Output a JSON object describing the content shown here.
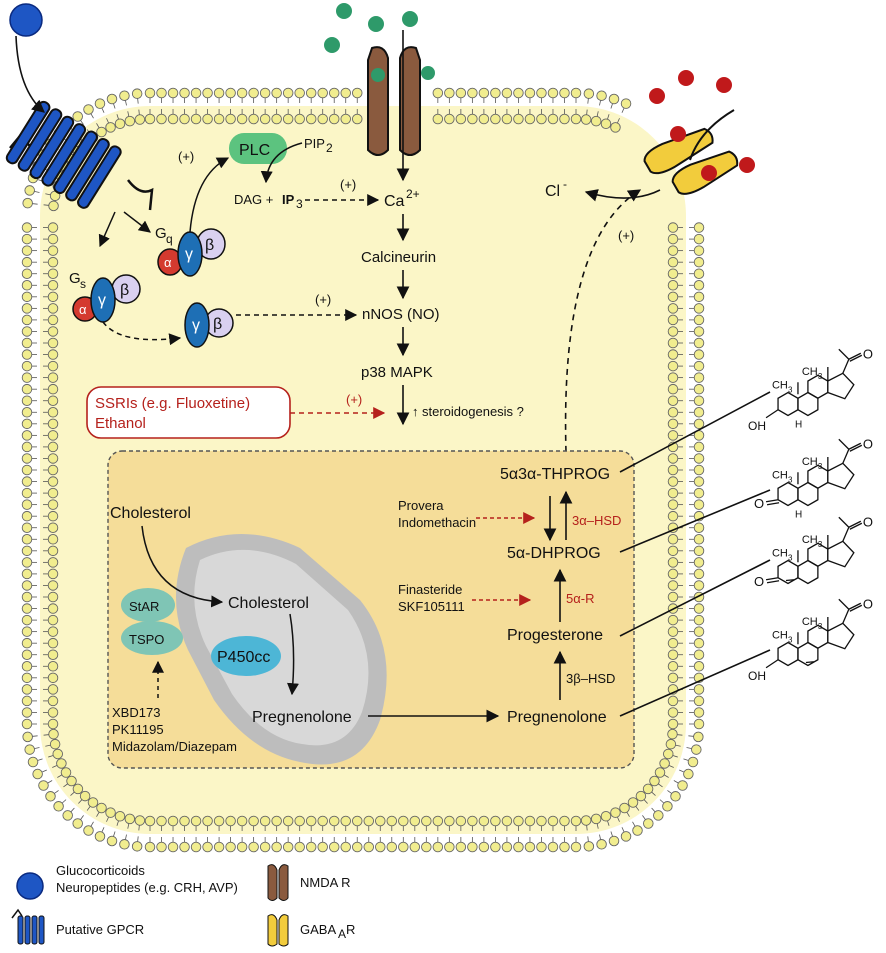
{
  "colors": {
    "cell_fill": "#fbf6c7",
    "membrane_head": "#f1ed8f",
    "inner_box": "#f5dd99",
    "gpcr_blue": "#1e56c4",
    "nmda_brown": "#8a5a3e",
    "gaba_yellow": "#f2cc3c",
    "ligand_green": "#2e9a6a",
    "ligand_red": "#c0191b",
    "mito_gray": "#bdbdbd",
    "enzyme_teal": "#7fc5b5",
    "p450_blue": "#4db6d6",
    "plc_green": "#5cc37f",
    "inhibitor_red": "#b5211c"
  },
  "labels": {
    "plc": "PLC",
    "pip2": "PIP",
    "pip2_sub": "2",
    "dag": "DAG + ",
    "ip3": "IP",
    "ip3_sub": "3",
    "plus": "(+)",
    "ca": "Ca",
    "ca_sup": "2+",
    "calcineurin": "Calcineurin",
    "nnos": "nNOS (NO)",
    "p38": "p38 MAPK",
    "steroidogenesis": "steroidogenesis ?",
    "cl": "Cl",
    "cl_sup": "-",
    "gq": "G",
    "gq_sub": "q",
    "gs": "G",
    "gs_sub": "s",
    "alpha": "α",
    "gamma": "γ",
    "beta": "β"
  },
  "ssri_box": {
    "line1": "SSRIs (e.g. Fluoxetine)",
    "line2": "Ethanol"
  },
  "pathway": {
    "cholesterol_cyto": "Cholesterol",
    "cholesterol_mito": "Cholesterol",
    "star": "StAR",
    "tspo": "TSPO",
    "p450cc": "P450cc",
    "pregnenolone_mito": "Pregnenolone",
    "pregnenolone": "Pregnenolone",
    "progesterone": "Progesterone",
    "dhprog": "5α-DHPROG",
    "thprog": "5α3α-THPROG",
    "hsd3b": "3β–HSD",
    "r5a": "5α-R",
    "hsd3a": "3α–HSD",
    "tspo_ligands": [
      "XBD173",
      "PK11195",
      "Midazolam/Diazepam"
    ],
    "r5a_inhibitors": [
      "Finasteride",
      "SKF105111"
    ],
    "hsd3a_inhibitors": [
      "Provera",
      "Indomethacin"
    ]
  },
  "structures": {
    "ch3": "CH",
    "ch3_sub": "3",
    "h": "H",
    "oh": "OH",
    "o": "O"
  },
  "legend": {
    "ligands_line1": "Glucocorticoids",
    "ligands_line2": "Neuropeptides (e.g. CRH, AVP)",
    "gpcr": "Putative GPCR",
    "nmda": "NMDA R",
    "gaba": "GABA",
    "gaba_sub": "A",
    "gaba_suffix": "R"
  }
}
